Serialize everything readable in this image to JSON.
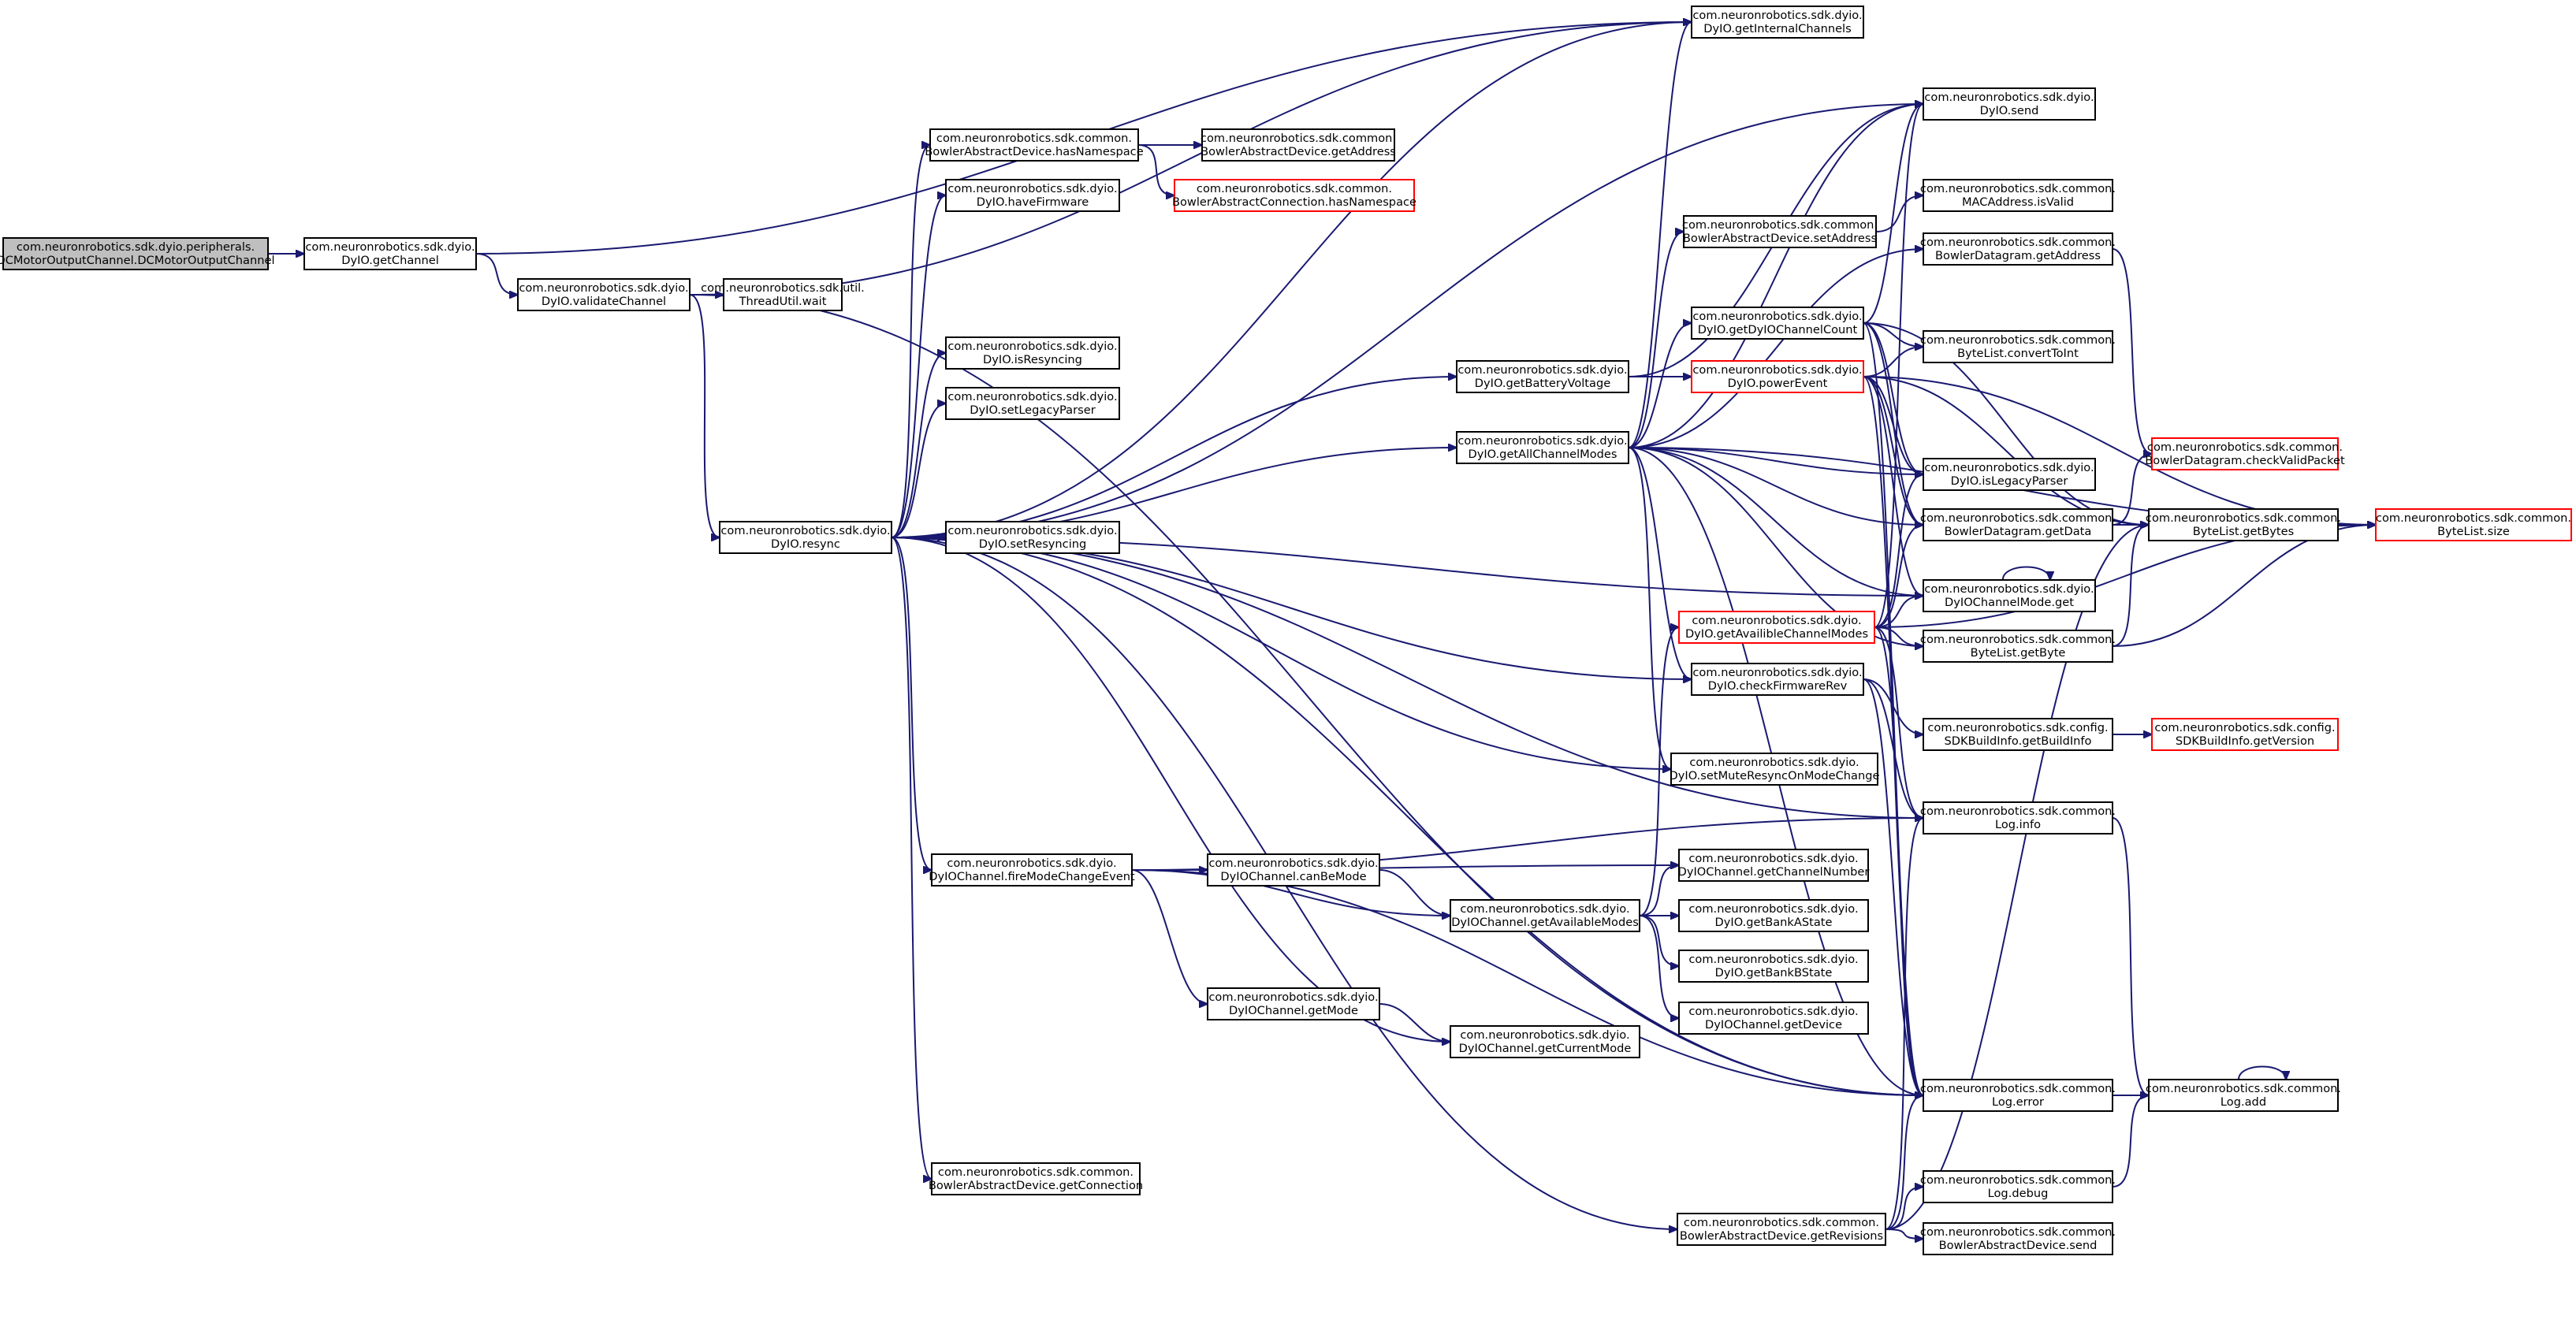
{
  "colors": {
    "edge": "#191970",
    "root_fill": "#bfbfbf",
    "truncated_border": "#ff0000"
  },
  "nodes": [
    {
      "id": "n0",
      "lines": [
        "com.neuronrobotics.sdk.dyio.peripherals.",
        "DCMotorOutputChannel.DCMotorOutputChannel"
      ],
      "root": true
    },
    {
      "id": "n1",
      "lines": [
        "com.neuronrobotics.sdk.dyio.",
        "DyIO.getChannel"
      ]
    },
    {
      "id": "n2",
      "lines": [
        "com.neuronrobotics.sdk.dyio.",
        "DyIO.getInternalChannels"
      ]
    },
    {
      "id": "n3",
      "lines": [
        "com.neuronrobotics.sdk.dyio.",
        "DyIO.validateChannel"
      ]
    },
    {
      "id": "n4",
      "lines": [
        "com.neuronrobotics.sdk.dyio.",
        "DyIO.resync"
      ]
    },
    {
      "id": "n5",
      "lines": [
        "com.neuronrobotics.sdk.util.",
        "ThreadUtil.wait"
      ]
    },
    {
      "id": "n6",
      "lines": [
        "com.neuronrobotics.sdk.common.",
        "BowlerAbstractDevice.hasNamespace"
      ]
    },
    {
      "id": "n7",
      "lines": [
        "com.neuronrobotics.sdk.common.",
        "BowlerAbstractDevice.getAddress"
      ]
    },
    {
      "id": "n8",
      "lines": [
        "com.neuronrobotics.sdk.common.",
        "BowlerAbstractConnection.hasNamespace"
      ],
      "red": true
    },
    {
      "id": "n9",
      "lines": [
        "com.neuronrobotics.sdk.dyio.",
        "DyIO.haveFirmware"
      ]
    },
    {
      "id": "n10",
      "lines": [
        "com.neuronrobotics.sdk.dyio.",
        "DyIO.isResyncing"
      ]
    },
    {
      "id": "n11",
      "lines": [
        "com.neuronrobotics.sdk.dyio.",
        "DyIO.setLegacyParser"
      ]
    },
    {
      "id": "n12",
      "lines": [
        "com.neuronrobotics.sdk.dyio.",
        "DyIO.setResyncing"
      ]
    },
    {
      "id": "n13",
      "lines": [
        "com.neuronrobotics.sdk.dyio.",
        "DyIO.getBatteryVoltage"
      ]
    },
    {
      "id": "n14",
      "lines": [
        "com.neuronrobotics.sdk.dyio.",
        "DyIO.getAllChannelModes"
      ]
    },
    {
      "id": "n15",
      "lines": [
        "com.neuronrobotics.sdk.dyio.",
        "DyIO.send"
      ]
    },
    {
      "id": "n16",
      "lines": [
        "com.neuronrobotics.sdk.common.",
        "BowlerAbstractDevice.setAddress"
      ]
    },
    {
      "id": "n17",
      "lines": [
        "com.neuronrobotics.sdk.common.",
        "MACAddress.isValid"
      ]
    },
    {
      "id": "n18",
      "lines": [
        "com.neuronrobotics.sdk.common.",
        "BowlerDatagram.getAddress"
      ]
    },
    {
      "id": "n19",
      "lines": [
        "com.neuronrobotics.sdk.dyio.",
        "DyIO.getDyIOChannelCount"
      ]
    },
    {
      "id": "n20",
      "lines": [
        "com.neuronrobotics.sdk.common.",
        "ByteList.convertToInt"
      ]
    },
    {
      "id": "n21",
      "lines": [
        "com.neuronrobotics.sdk.dyio.",
        "DyIO.powerEvent"
      ],
      "red": true
    },
    {
      "id": "n22",
      "lines": [
        "com.neuronrobotics.sdk.common.",
        "BowlerDatagram.checkValidPacket"
      ],
      "red": true
    },
    {
      "id": "n23",
      "lines": [
        "com.neuronrobotics.sdk.dyio.",
        "DyIO.isLegacyParser"
      ]
    },
    {
      "id": "n24",
      "lines": [
        "com.neuronrobotics.sdk.common.",
        "BowlerDatagram.getData"
      ]
    },
    {
      "id": "n25",
      "lines": [
        "com.neuronrobotics.sdk.common.",
        "ByteList.getBytes"
      ]
    },
    {
      "id": "n26",
      "lines": [
        "com.neuronrobotics.sdk.common.",
        "ByteList.size"
      ],
      "red": true
    },
    {
      "id": "n27",
      "lines": [
        "com.neuronrobotics.sdk.dyio.",
        "DyIOChannelMode.get"
      ]
    },
    {
      "id": "n28",
      "lines": [
        "com.neuronrobotics.sdk.dyio.",
        "DyIO.getAvailibleChannelModes"
      ],
      "red": true
    },
    {
      "id": "n29",
      "lines": [
        "com.neuronrobotics.sdk.common.",
        "ByteList.getByte"
      ]
    },
    {
      "id": "n30",
      "lines": [
        "com.neuronrobotics.sdk.dyio.",
        "DyIO.checkFirmwareRev"
      ]
    },
    {
      "id": "n31",
      "lines": [
        "com.neuronrobotics.sdk.config.",
        "SDKBuildInfo.getBuildInfo"
      ]
    },
    {
      "id": "n32",
      "lines": [
        "com.neuronrobotics.sdk.config.",
        "SDKBuildInfo.getVersion"
      ],
      "red": true
    },
    {
      "id": "n33",
      "lines": [
        "com.neuronrobotics.sdk.dyio.",
        "DyIO.setMuteResyncOnModeChange"
      ]
    },
    {
      "id": "n34",
      "lines": [
        "com.neuronrobotics.sdk.common.",
        "Log.info"
      ]
    },
    {
      "id": "n35",
      "lines": [
        "com.neuronrobotics.sdk.dyio.",
        "DyIOChannel.fireModeChangeEvent"
      ]
    },
    {
      "id": "n36",
      "lines": [
        "com.neuronrobotics.sdk.dyio.",
        "DyIOChannel.canBeMode"
      ]
    },
    {
      "id": "n37",
      "lines": [
        "com.neuronrobotics.sdk.dyio.",
        "DyIOChannel.getChannelNumber"
      ]
    },
    {
      "id": "n38",
      "lines": [
        "com.neuronrobotics.sdk.dyio.",
        "DyIOChannel.getAvailableModes"
      ]
    },
    {
      "id": "n39",
      "lines": [
        "com.neuronrobotics.sdk.dyio.",
        "DyIO.getBankAState"
      ]
    },
    {
      "id": "n40",
      "lines": [
        "com.neuronrobotics.sdk.dyio.",
        "DyIO.getBankBState"
      ]
    },
    {
      "id": "n41",
      "lines": [
        "com.neuronrobotics.sdk.dyio.",
        "DyIOChannel.getDevice"
      ]
    },
    {
      "id": "n42",
      "lines": [
        "com.neuronrobotics.sdk.dyio.",
        "DyIOChannel.getMode"
      ]
    },
    {
      "id": "n43",
      "lines": [
        "com.neuronrobotics.sdk.dyio.",
        "DyIOChannel.getCurrentMode"
      ]
    },
    {
      "id": "n44",
      "lines": [
        "com.neuronrobotics.sdk.common.",
        "Log.error"
      ]
    },
    {
      "id": "n45",
      "lines": [
        "com.neuronrobotics.sdk.common.",
        "Log.add"
      ]
    },
    {
      "id": "n46",
      "lines": [
        "com.neuronrobotics.sdk.common.",
        "BowlerAbstractDevice.getConnection"
      ]
    },
    {
      "id": "n47",
      "lines": [
        "com.neuronrobotics.sdk.common.",
        "Log.debug"
      ]
    },
    {
      "id": "n48",
      "lines": [
        "com.neuronrobotics.sdk.common.",
        "BowlerAbstractDevice.getRevisions"
      ]
    },
    {
      "id": "n49",
      "lines": [
        "com.neuronrobotics.sdk.common.",
        "BowlerAbstractDevice.send"
      ]
    }
  ],
  "edges": [
    [
      "n0",
      "n1"
    ],
    [
      "n1",
      "n2"
    ],
    [
      "n1",
      "n3"
    ],
    [
      "n3",
      "n2"
    ],
    [
      "n3",
      "n5"
    ],
    [
      "n3",
      "n4"
    ],
    [
      "n3",
      "n44"
    ],
    [
      "n4",
      "n6"
    ],
    [
      "n4",
      "n9"
    ],
    [
      "n4",
      "n10"
    ],
    [
      "n4",
      "n11"
    ],
    [
      "n4",
      "n12"
    ],
    [
      "n4",
      "n13"
    ],
    [
      "n4",
      "n14"
    ],
    [
      "n4",
      "n15"
    ],
    [
      "n4",
      "n2"
    ],
    [
      "n4",
      "n27"
    ],
    [
      "n4",
      "n30"
    ],
    [
      "n4",
      "n33"
    ],
    [
      "n4",
      "n35"
    ],
    [
      "n4",
      "n43"
    ],
    [
      "n4",
      "n44"
    ],
    [
      "n4",
      "n46"
    ],
    [
      "n4",
      "n48"
    ],
    [
      "n4",
      "n34"
    ],
    [
      "n6",
      "n7"
    ],
    [
      "n6",
      "n8"
    ],
    [
      "n13",
      "n15"
    ],
    [
      "n13",
      "n21"
    ],
    [
      "n14",
      "n2"
    ],
    [
      "n14",
      "n15"
    ],
    [
      "n14",
      "n16"
    ],
    [
      "n14",
      "n18"
    ],
    [
      "n14",
      "n19"
    ],
    [
      "n14",
      "n23"
    ],
    [
      "n14",
      "n24"
    ],
    [
      "n14",
      "n27"
    ],
    [
      "n14",
      "n29"
    ],
    [
      "n14",
      "n30"
    ],
    [
      "n14",
      "n33"
    ],
    [
      "n14",
      "n44"
    ],
    [
      "n14",
      "n26"
    ],
    [
      "n16",
      "n17"
    ],
    [
      "n18",
      "n22"
    ],
    [
      "n19",
      "n15"
    ],
    [
      "n19",
      "n20"
    ],
    [
      "n19",
      "n23"
    ],
    [
      "n19",
      "n24"
    ],
    [
      "n19",
      "n25"
    ],
    [
      "n19",
      "n44"
    ],
    [
      "n21",
      "n20"
    ],
    [
      "n21",
      "n23"
    ],
    [
      "n21",
      "n24"
    ],
    [
      "n21",
      "n25"
    ],
    [
      "n21",
      "n26"
    ],
    [
      "n21",
      "n27"
    ],
    [
      "n21",
      "n44"
    ],
    [
      "n24",
      "n22"
    ],
    [
      "n24",
      "n25"
    ],
    [
      "n25",
      "n26"
    ],
    [
      "n29",
      "n25"
    ],
    [
      "n29",
      "n26"
    ],
    [
      "n27",
      "n27"
    ],
    [
      "n28",
      "n15"
    ],
    [
      "n28",
      "n23"
    ],
    [
      "n28",
      "n24"
    ],
    [
      "n28",
      "n27"
    ],
    [
      "n28",
      "n29"
    ],
    [
      "n28",
      "n26"
    ],
    [
      "n28",
      "n34"
    ],
    [
      "n28",
      "n44"
    ],
    [
      "n30",
      "n31"
    ],
    [
      "n30",
      "n34"
    ],
    [
      "n30",
      "n44"
    ],
    [
      "n31",
      "n32"
    ],
    [
      "n34",
      "n45"
    ],
    [
      "n44",
      "n45"
    ],
    [
      "n45",
      "n45"
    ],
    [
      "n47",
      "n45"
    ],
    [
      "n35",
      "n34"
    ],
    [
      "n35",
      "n36"
    ],
    [
      "n35",
      "n37"
    ],
    [
      "n35",
      "n38"
    ],
    [
      "n35",
      "n42"
    ],
    [
      "n35",
      "n44"
    ],
    [
      "n36",
      "n38"
    ],
    [
      "n38",
      "n28"
    ],
    [
      "n38",
      "n37"
    ],
    [
      "n38",
      "n39"
    ],
    [
      "n38",
      "n40"
    ],
    [
      "n38",
      "n41"
    ],
    [
      "n42",
      "n43"
    ],
    [
      "n48",
      "n25"
    ],
    [
      "n48",
      "n34"
    ],
    [
      "n48",
      "n44"
    ],
    [
      "n48",
      "n47"
    ],
    [
      "n48",
      "n49"
    ]
  ]
}
